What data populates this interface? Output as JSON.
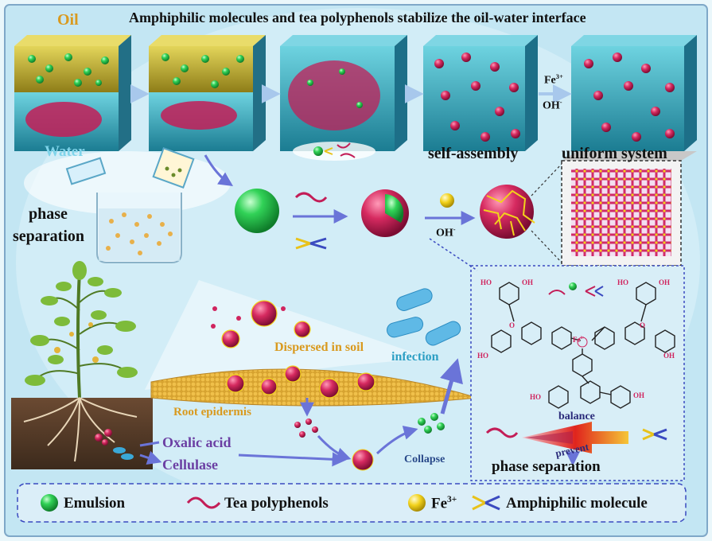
{
  "title": "Amphiphilic molecules and tea polyphenols stabilize the oil-water interface",
  "labels": {
    "oil": "Oil",
    "water": "Water",
    "phase_separation_line1": "phase",
    "phase_separation_line2": "separation",
    "self_assembly": "self-assembly",
    "uniform_system": "uniform system",
    "fe_reagent": "Fe",
    "fe_charge": "3+",
    "oh_reagent": "OH",
    "oh_charge": "-",
    "oh_arrow": "OH",
    "oh_arrow_charge": "-",
    "dispersed_in_soil": "Dispersed in soil",
    "root_epidermis": "Root epidermis",
    "infection": "infection",
    "oxalic_acid": "Oxalic acid",
    "cellulase": "Cellulase",
    "collapse": "Collapse",
    "balance": "balance",
    "prevent": "prevent",
    "phase_separation_bottom": "phase separation",
    "fe_center": "Fe",
    "fe_center_charge": "3+",
    "ho": "HO",
    "oh_group": "OH",
    "o_atom": "O"
  },
  "legend": {
    "emulsion": "Emulsion",
    "tea_polyphenols": "Tea polyphenols",
    "fe": "Fe",
    "fe_charge": "3+",
    "amphiphilic": "Amphiphilic molecule"
  },
  "colors": {
    "background": "#bfe4f2",
    "emulsion_green": "#22c24a",
    "polyphenol_magenta": "#d0245e",
    "fe_yellow": "#f2d21c",
    "arrow_blue": "#7a86e0",
    "oil_yellow": "#c9b735",
    "water_cyan": "#37b7cc",
    "label_orange": "#d99a1f",
    "label_purple": "#6b3fa3",
    "label_teal": "#2d9fc4"
  }
}
